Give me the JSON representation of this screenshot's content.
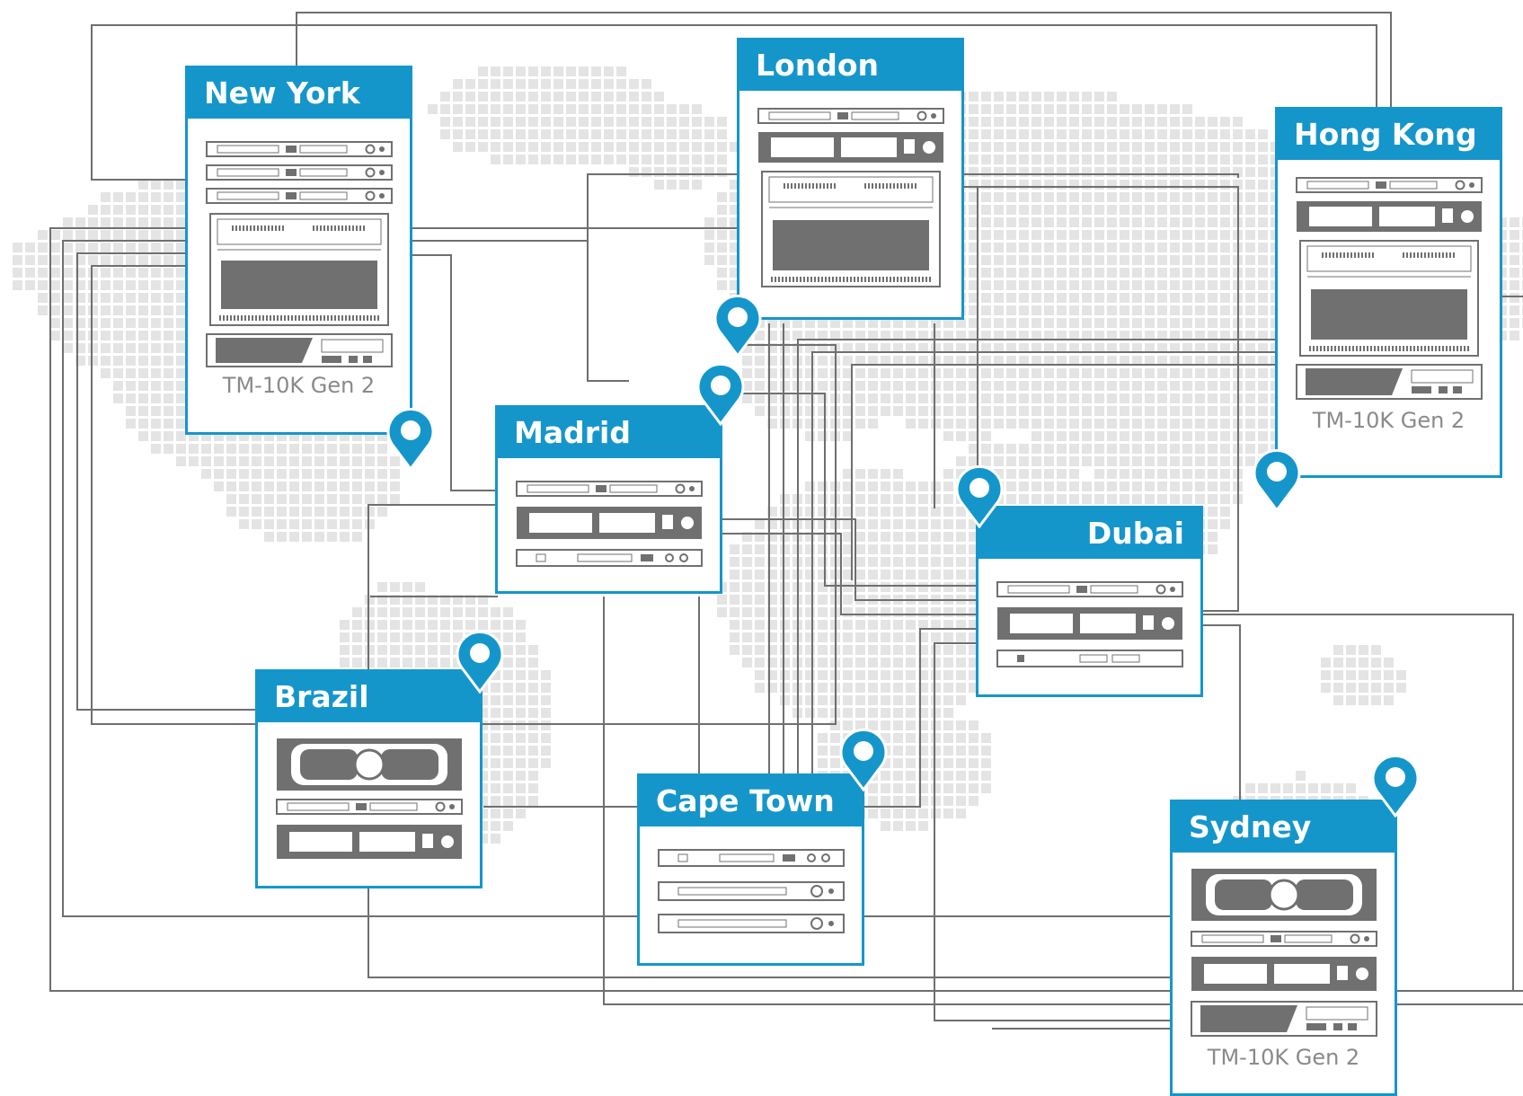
{
  "colors": {
    "accent": "#1596cb",
    "map_dot": "#e4e4e4",
    "line": "#6f6f6f",
    "device": "#707070"
  },
  "sites": {
    "new_york": {
      "name": "New York",
      "model": "TM-10K Gen 2"
    },
    "london": {
      "name": "London"
    },
    "hong_kong": {
      "name": "Hong Kong",
      "model": "TM-10K Gen 2"
    },
    "madrid": {
      "name": "Madrid"
    },
    "dubai": {
      "name": "Dubai"
    },
    "brazil": {
      "name": "Brazil"
    },
    "cape_town": {
      "name": "Cape Town"
    },
    "sydney": {
      "name": "Sydney",
      "model": "TM-10K Gen 2"
    }
  },
  "icons": {
    "pin": "map-pin-icon"
  }
}
